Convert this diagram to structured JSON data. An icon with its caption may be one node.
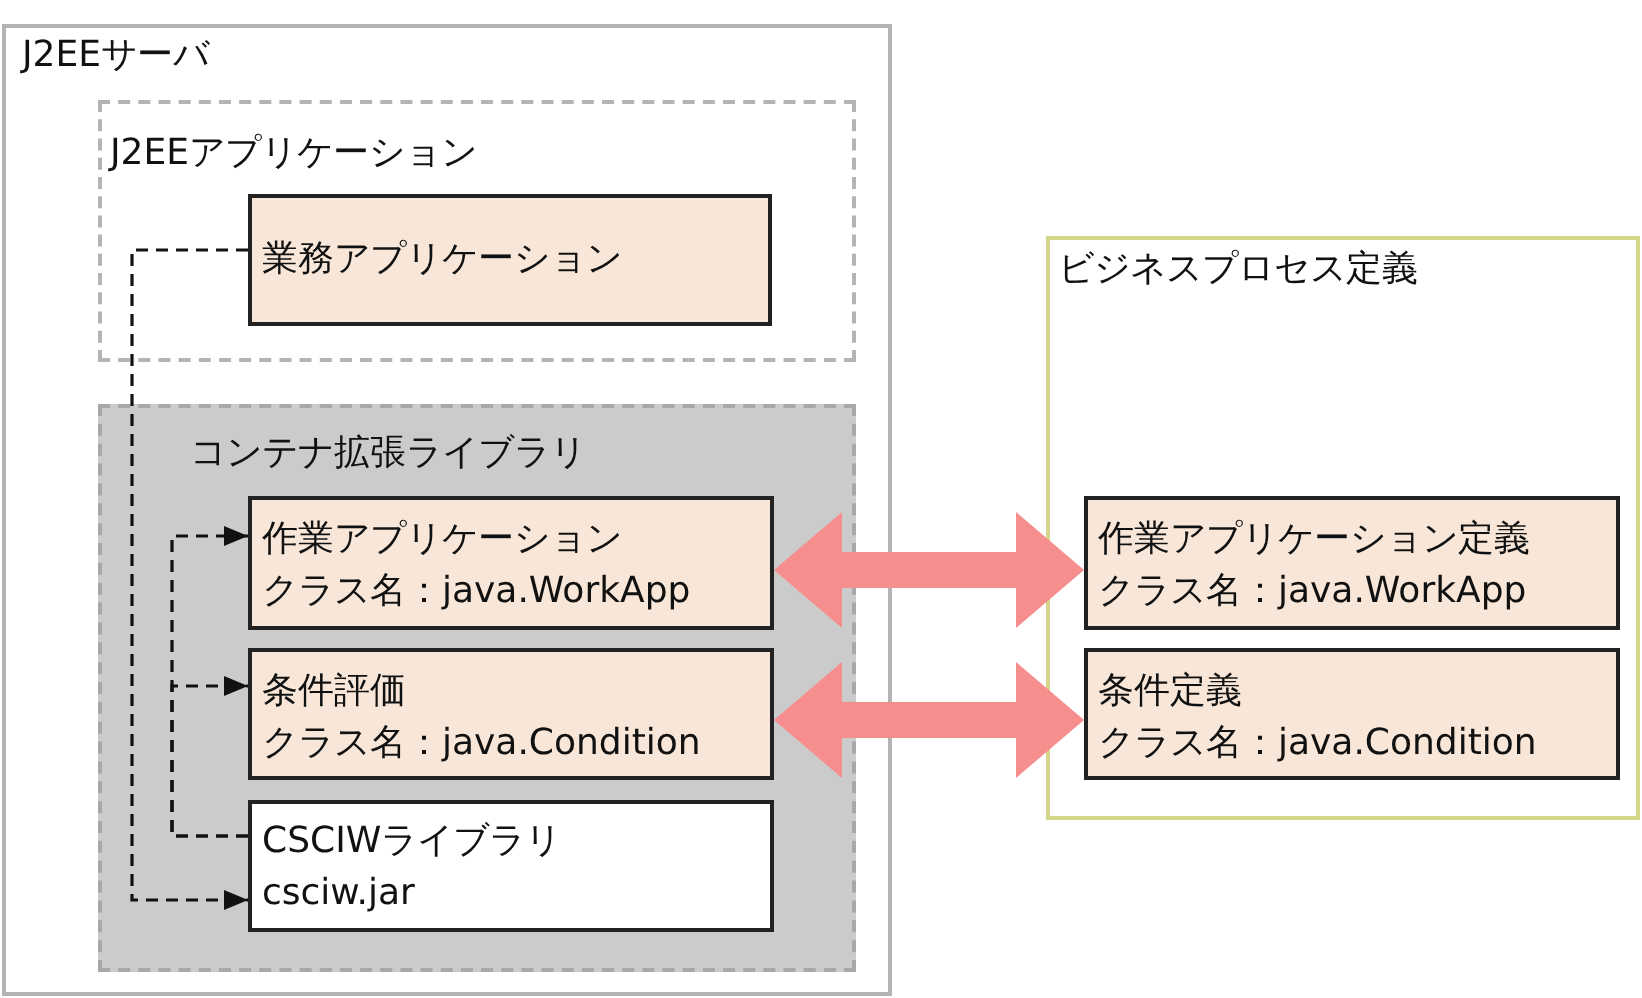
{
  "diagram": {
    "nodes": [
      {
        "text": [
          "J2EEサーバ"
        ]
      },
      {
        "text": [
          "J2EEアプリケーション"
        ],
        "in": 0
      },
      {
        "text": [
          "業務アプリケーション"
        ],
        "in": 1
      },
      {
        "text": [
          "コンテナ拡張ライブラリ"
        ],
        "in": 0
      },
      {
        "text": [
          "作業アプリケーション",
          "クラス名：java.WorkApp"
        ],
        "in": 3
      },
      {
        "text": [
          "条件評価",
          "クラス名：java.Condition"
        ],
        "in": 3
      },
      {
        "text": [
          "CSCIWライブラリ",
          "csciw.jar"
        ],
        "in": 3
      },
      {
        "text": [
          "ビジネスプロセス定義"
        ]
      },
      {
        "text": [
          "作業アプリケーション定義",
          "クラス名：java.WorkApp"
        ],
        "in": 7
      },
      {
        "text": [
          "条件定義",
          "クラス名：java.Condition"
        ],
        "in": 7
      }
    ],
    "edges": [
      {
        "from": 2,
        "to": 6,
        "arrow": "to",
        "style": "dashed"
      },
      {
        "from": 6,
        "to": 4,
        "arrow": "to",
        "style": "dashed"
      },
      {
        "from": 6,
        "to": 5,
        "arrow": "to",
        "style": "dashed"
      },
      {
        "from": 4,
        "to": 8,
        "arrow": "both",
        "style": "thick",
        "color": "#f78e8e"
      },
      {
        "from": 5,
        "to": 9,
        "arrow": "both",
        "style": "thick",
        "color": "#f78e8e"
      }
    ]
  }
}
